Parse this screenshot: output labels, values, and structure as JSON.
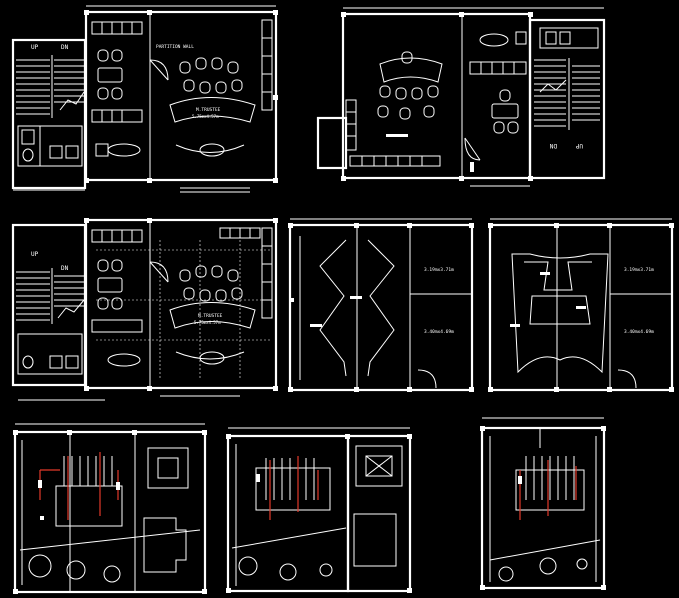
{
  "drawing": {
    "background": "#000000",
    "line_color": "#ffffff",
    "accent_color": "#e23a2a"
  },
  "labels": {
    "stair_up": "UP",
    "stair_down": "DN",
    "partition_wall": "PARTITION WALL",
    "trustee": "M.TRUSTEE",
    "trustee_size": "5.75mx4.57m",
    "room_size_a": "3.19mx3.71m",
    "room_size_b": "3.40mx4.69m"
  }
}
